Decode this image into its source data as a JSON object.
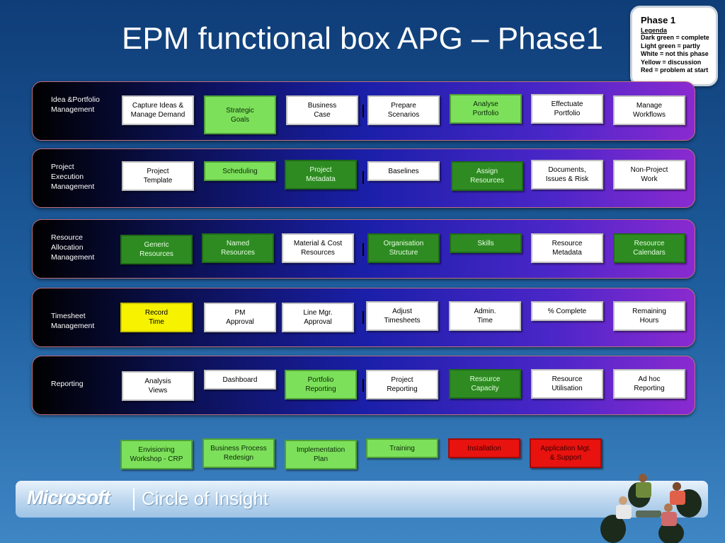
{
  "title": "EPM functional box APG – Phase1",
  "legend": {
    "title": "Phase 1",
    "heading": "Legenda",
    "items": [
      "Dark green = complete",
      "Light green = partly",
      "White = not this phase",
      "Yellow = discussion",
      "Red = problem at start"
    ]
  },
  "colors": {
    "dark_green": "#2e8b22",
    "light_green": "#7de05a",
    "white": "#ffffff",
    "yellow": "#f6f200",
    "red": "#e8130f"
  },
  "bands": [
    {
      "label": "Idea &Portfolio\nManagement",
      "boxes": [
        {
          "text": "Capture Ideas &\nManage  Demand",
          "status": "white"
        },
        {
          "text": "Strategic\nGoals",
          "status": "light"
        },
        {
          "text": "Business\nCase",
          "status": "white"
        },
        {
          "text": "Prepare\nScenarios",
          "status": "white"
        },
        {
          "text": "Analyse\nPortfolio",
          "status": "light"
        },
        {
          "text": "Effectuate\nPortfolio",
          "status": "white"
        },
        {
          "text": "Manage\nWorkflows",
          "status": "white"
        }
      ]
    },
    {
      "label": "Project\nExecution\nManagement",
      "boxes": [
        {
          "text": "Project\nTemplate",
          "status": "white"
        },
        {
          "text": "Scheduling",
          "status": "light"
        },
        {
          "text": "Project\nMetadata",
          "status": "dark"
        },
        {
          "text": "Baselines",
          "status": "white"
        },
        {
          "text": "Assign\nResources",
          "status": "dark"
        },
        {
          "text": "Documents,\nIssues & Risk",
          "status": "white"
        },
        {
          "text": "Non-Project\nWork",
          "status": "white"
        }
      ]
    },
    {
      "label": "Resource\nAllocation\nManagement",
      "boxes": [
        {
          "text": "Generic\nResources",
          "status": "dark"
        },
        {
          "text": "Named\nResources",
          "status": "dark"
        },
        {
          "text": "Material & Cost\nResources",
          "status": "white"
        },
        {
          "text": "Organisation\nStructure",
          "status": "dark"
        },
        {
          "text": "Skills",
          "status": "dark"
        },
        {
          "text": "Resource\nMetadata",
          "status": "white"
        },
        {
          "text": "Resource\nCalendars",
          "status": "dark"
        }
      ]
    },
    {
      "label": "Timesheet\nManagement",
      "boxes": [
        {
          "text": "Record\nTime",
          "status": "yellow"
        },
        {
          "text": "PM\nApproval",
          "status": "white"
        },
        {
          "text": "Line  Mgr.\nApproval",
          "status": "white"
        },
        {
          "text": "Adjust\nTimesheets",
          "status": "white"
        },
        {
          "text": "Admin.\nTime",
          "status": "white"
        },
        {
          "text": "% Complete",
          "status": "white"
        },
        {
          "text": "Remaining\nHours",
          "status": "white"
        }
      ]
    },
    {
      "label": "Reporting",
      "boxes": [
        {
          "text": "Analysis\nViews",
          "status": "white"
        },
        {
          "text": "Dashboard",
          "status": "white"
        },
        {
          "text": "Portfolio\nReporting",
          "status": "light"
        },
        {
          "text": "Project\nReporting",
          "status": "white"
        },
        {
          "text": "Resource\nCapacity",
          "status": "dark"
        },
        {
          "text": "Resource\nUtilisation",
          "status": "white"
        },
        {
          "text": "Ad hoc\nReporting",
          "status": "white"
        }
      ]
    }
  ],
  "bottom_boxes": [
    {
      "text": "Envisioning\nWorkshop - CRP",
      "status": "light"
    },
    {
      "text": "Business Process\nRedesign",
      "status": "light"
    },
    {
      "text": "Implementation\nPlan",
      "status": "light"
    },
    {
      "text": "Training",
      "status": "light"
    },
    {
      "text": "Installation",
      "status": "red"
    },
    {
      "text": "Application Mgt.\n& Support",
      "status": "red"
    }
  ],
  "footer": {
    "logo": "Microsoft",
    "tagline": "Circle of Insight"
  }
}
